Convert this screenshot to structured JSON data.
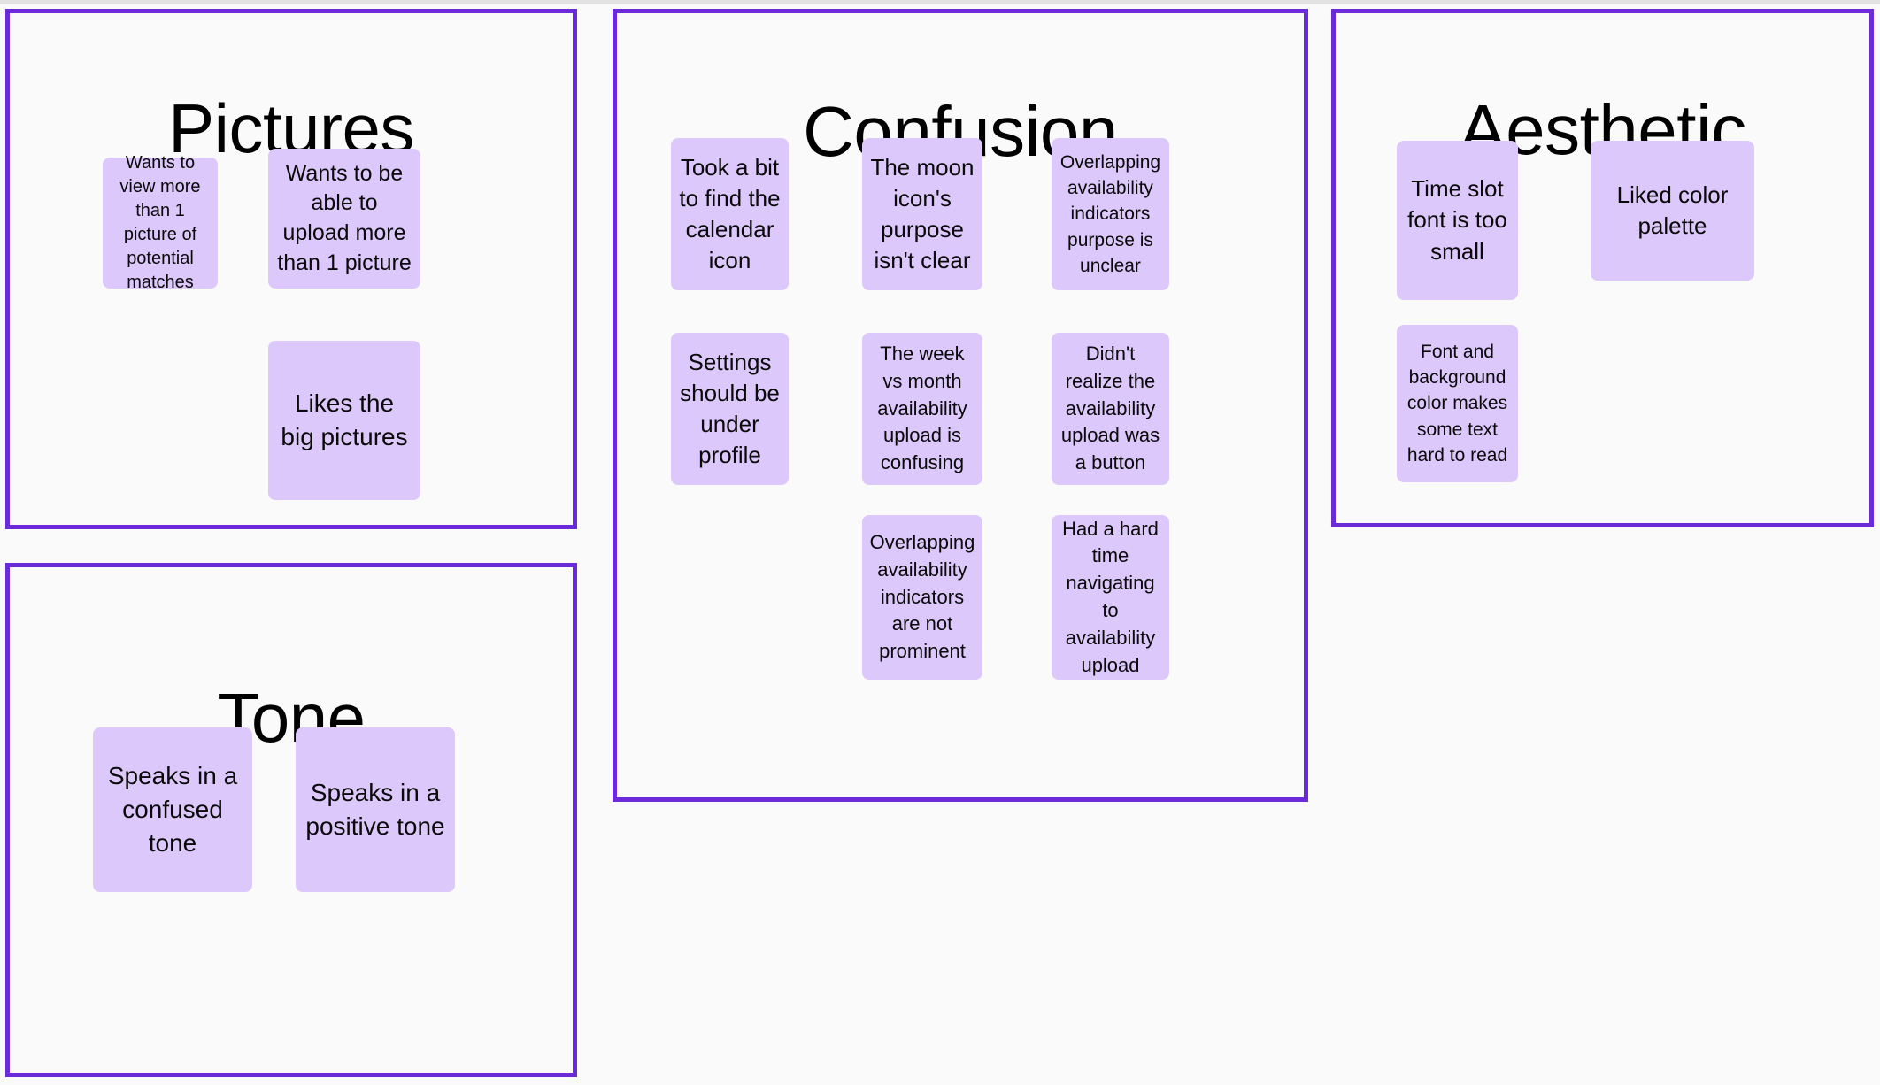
{
  "theme": {
    "panel_border_color": "#6b2bd9",
    "panel_background": "#fafafa",
    "note_background": "#dcc8fb",
    "text_color": "#0a0a0a"
  },
  "board": {
    "panels": [
      {
        "id": "pictures",
        "title": "Pictures",
        "notes": [
          "Wants to view more than 1 picture of potential matches",
          "Wants to be able to upload more than 1 picture",
          "Likes the big pictures"
        ]
      },
      {
        "id": "tone",
        "title": "Tone",
        "notes": [
          "Speaks in a confused tone",
          "Speaks in a positive tone"
        ]
      },
      {
        "id": "confusion",
        "title": "Confusion",
        "notes": [
          "Took a bit to find the calendar icon",
          "The moon icon's purpose isn't clear",
          "Overlapping availability indicators purpose is unclear",
          "Settings should be under profile",
          "The week vs month availability upload is confusing",
          "Didn't realize the availability upload was a button",
          "Overlapping availability indicators are not prominent",
          "Had a hard time navigating to availability upload"
        ]
      },
      {
        "id": "aesthetic",
        "title": "Aesthetic",
        "notes": [
          "Time slot font is too small",
          "Liked color palette",
          "Font and background color makes some text hard to read"
        ]
      }
    ]
  }
}
